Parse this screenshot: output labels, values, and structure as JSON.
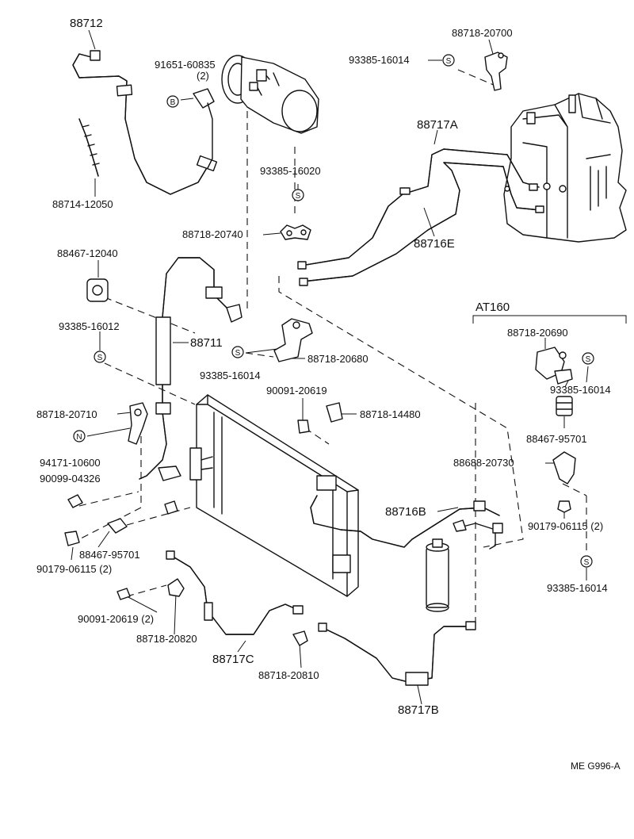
{
  "labels": {
    "p88712": "88712",
    "p91651": "91651-60835",
    "p91651_qty": "(2)",
    "p88718_20700": "88718-20700",
    "p93385_top": "93385-16014",
    "p88717A": "88717A",
    "p93385_16020": "93385-16020",
    "p88714": "88714-12050",
    "p88718_20740": "88718-20740",
    "p88716E": "88716E",
    "p88467_12040": "88467-12040",
    "p88711": "88711",
    "p93385_16012": "93385-16012",
    "p88718_20680": "88718-20680",
    "p93385_mid": "93385-16014",
    "AT160": "AT160",
    "p88718_20690": "88718-20690",
    "p93385_right1": "93385-16014",
    "p90091_top": "90091-20619",
    "p88718_14480": "88718-14480",
    "p88718_20710": "88718-20710",
    "p88467_95701_r": "88467-95701",
    "p94171": "94171-10600",
    "p88688": "88688-20730",
    "p90099": "90099-04326",
    "p88716B": "88716B",
    "p90179_r": "90179-06115 (2)",
    "p88467_95701_l": "88467-95701",
    "p90179_l": "90179-06115 (2)",
    "p93385_right2": "93385-16014",
    "p90091_bottom": "90091-20619 (2)",
    "p88718_20820": "88718-20820",
    "p88717C": "88717C",
    "p88718_20810": "88718-20810",
    "p88717B": "88717B",
    "code": "ME G996-A"
  },
  "symbols": {
    "s_letter": "S",
    "b_letter": "B",
    "n_letter": "N"
  }
}
